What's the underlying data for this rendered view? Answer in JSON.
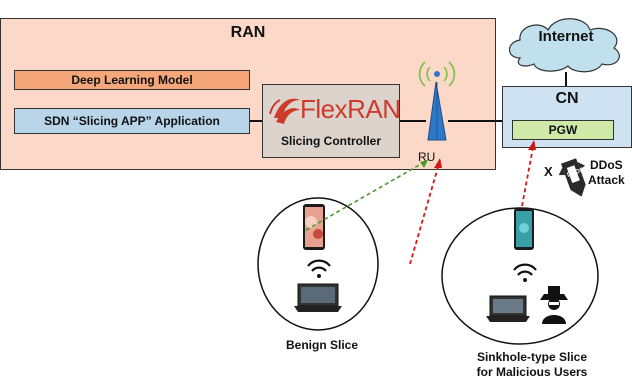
{
  "ran": {
    "title": "RAN",
    "deep_learning_label": "Deep Learning Model",
    "sdn_label": "SDN “Slicing APP” Application",
    "controller_label": "Slicing Controller",
    "flexran_logo_text": "FlexRAN",
    "ru_label": "RU"
  },
  "cn": {
    "title": "CN",
    "pgw_label": "PGW"
  },
  "internet_label": "Internet",
  "attack": {
    "blocked_mark": "X",
    "ddos_line1": "DDoS",
    "ddos_line2": "Attack",
    "missile_text": "DDOS"
  },
  "slices": {
    "benign_label": "Benign Slice",
    "sinkhole_line1": "Sinkhole-type Slice",
    "sinkhole_line2": "for Malicious Users"
  },
  "colors": {
    "ran_bg": "#fbd8c8",
    "deep_learning_bg": "#f5a77a",
    "sdn_bg": "#b8d5ea",
    "controller_bg": "#dcd3cc",
    "cn_bg": "#cfe2f1",
    "pgw_bg": "#cfe9a8",
    "cloud_bg": "#bfe0ec",
    "benign_link": "#4a9a2a",
    "malicious_link": "#d01818",
    "flexran_red": "#cf3b2a",
    "antenna_blue": "#2e78c8"
  }
}
